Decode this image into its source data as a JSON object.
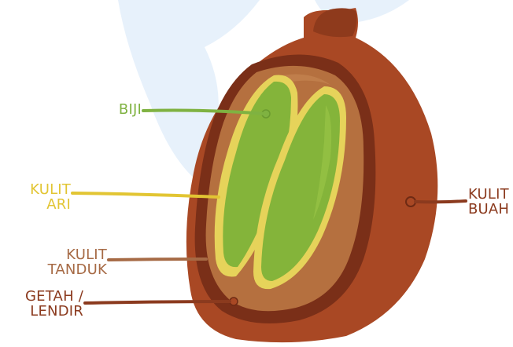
{
  "diagram": {
    "colors": {
      "watermark": "#e7f1fb",
      "skin_outer": "#a94824",
      "skin_dark": "#7a2f18",
      "pulp": "#8a3b1f",
      "parchment": "#b5703f",
      "parchment_light": "#c98a55",
      "silverskin": "#e6d35a",
      "bean": "#84b43a",
      "bean_light": "#9bc748"
    },
    "labels": {
      "biji": {
        "text": [
          "BIJI"
        ],
        "color": "#7fb241"
      },
      "kulit_ari": {
        "text": [
          "KULIT",
          "ARI"
        ],
        "color": "#e2c533"
      },
      "kulit_tanduk": {
        "text": [
          "KULIT",
          "TANDUK"
        ],
        "color": "#a66a45"
      },
      "getah_lendir": {
        "text": [
          "GETAH /",
          "LENDIR"
        ],
        "color": "#8b3a1e"
      },
      "kulit_buah": {
        "text": [
          "KULIT",
          "BUAH"
        ],
        "color": "#8b3a1e"
      }
    }
  }
}
